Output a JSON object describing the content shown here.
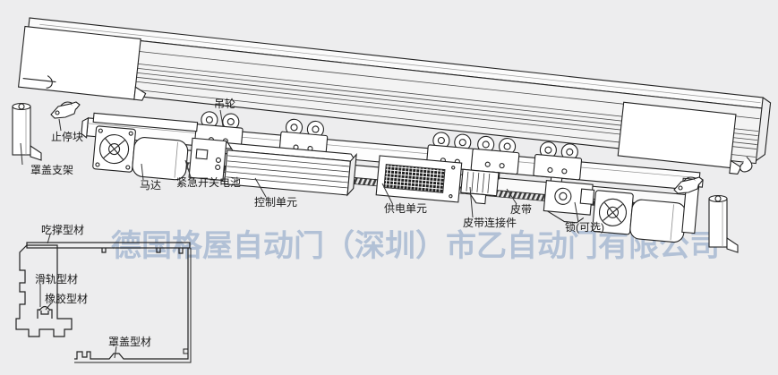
{
  "diagram": {
    "background_color": "#ededee",
    "line_color": "#222222",
    "watermark": {
      "text": "德国格屋自动门（深圳）市乙自动门有限公司",
      "color": "#b2c1d6"
    },
    "labels": {
      "hanger_wheel": "吊轮",
      "stop_block": "止停块",
      "cover_bracket": "罩盖支架",
      "motor": "马达",
      "emergency_switch_battery": "紧急开关电池",
      "control_unit": "控制单元",
      "power_supply_unit": "供电单元",
      "belt": "皮带",
      "belt_connector": "皮带连接件",
      "lock_optional": "锁(可选)",
      "support_profile": "吃撑型材",
      "slide_rail_profile": "滑轨型材",
      "rubber_profile": "橡胶型材",
      "cover_profile": "罩盖型材"
    }
  }
}
